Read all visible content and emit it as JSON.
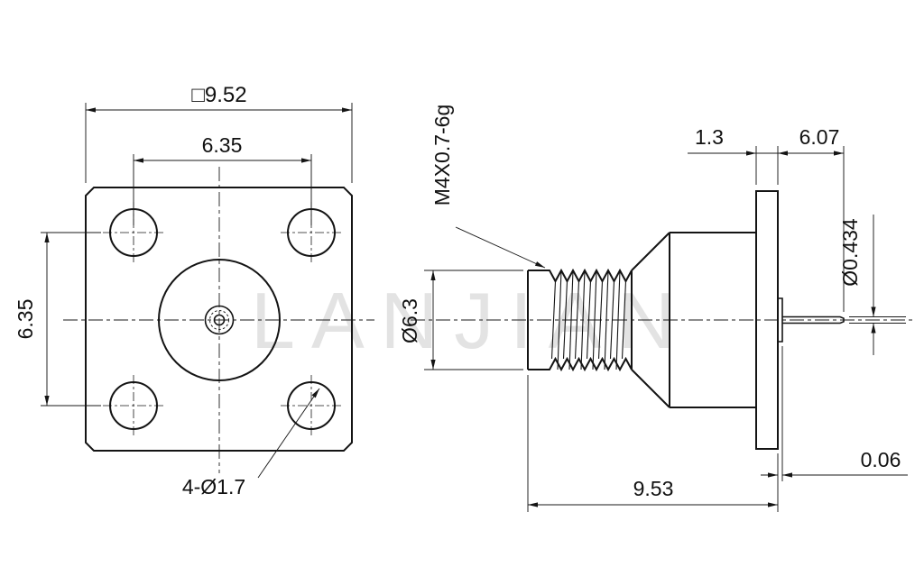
{
  "watermark": "LANJIAN",
  "front_view": {
    "flange_square_dim": "□9.52",
    "hole_pitch_horizontal": "6.35",
    "hole_pitch_vertical": "6.35",
    "mounting_holes_label": "4-Ø1.7"
  },
  "side_view": {
    "thread_spec": "M4X0.7-6g",
    "thread_diameter": "Ø6.3",
    "flange_thickness": "1.3",
    "pin_length": "6.07",
    "pin_diameter": "Ø0.434",
    "body_length": "9.53",
    "insulator_protrusion": "0.06"
  }
}
